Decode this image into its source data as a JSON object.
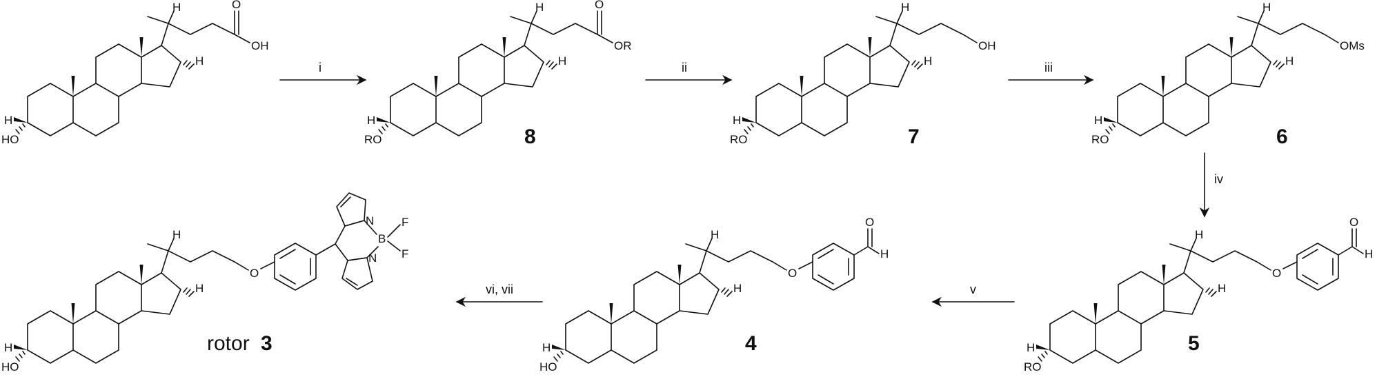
{
  "atoms": {
    "oh": "OH",
    "ro": "RO",
    "ho": "HO",
    "h": "H",
    "o": "O",
    "or": "OR",
    "oms": "OMs",
    "n": "N",
    "b": "B",
    "f": "F"
  },
  "compounds": {
    "c8": "8",
    "c7": "7",
    "c6": "6",
    "c5": "5",
    "c4": "4",
    "rotor_word": "rotor",
    "rotor_num": "3"
  },
  "steps": {
    "s1": "i",
    "s2": "ii",
    "s3": "iii",
    "s4": "iv",
    "s5": "v",
    "s6": "vi, vii"
  }
}
